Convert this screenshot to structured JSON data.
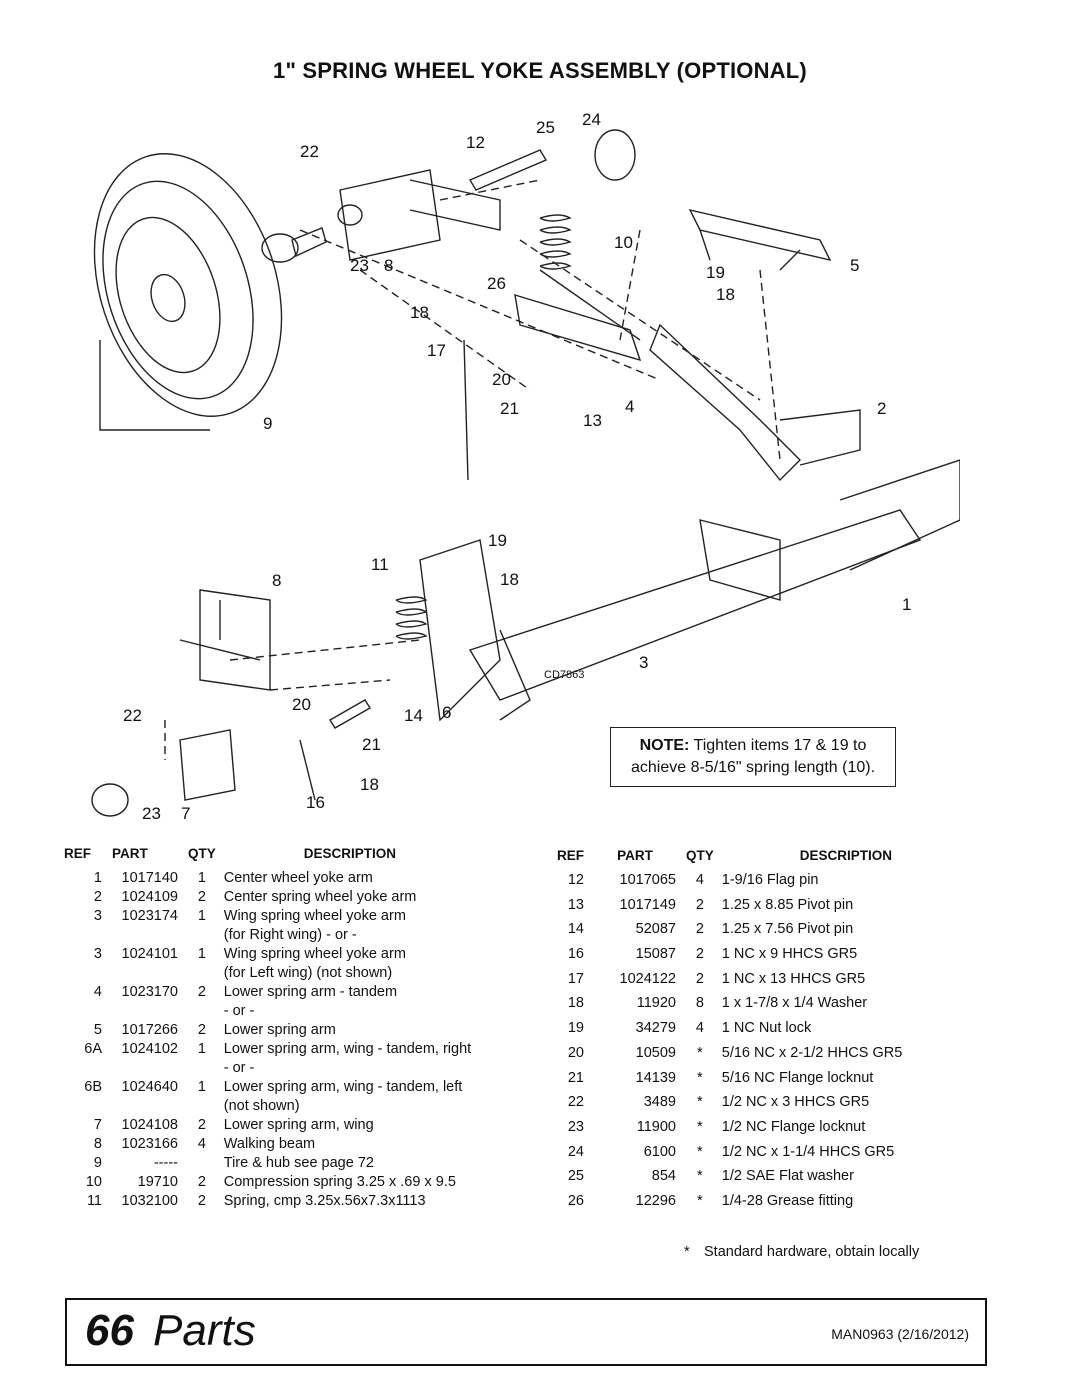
{
  "title": "1\" SPRING WHEEL YOKE ASSEMBLY (OPTIONAL)",
  "diagram": {
    "code": "CD7863",
    "callouts": [
      "22",
      "12",
      "25",
      "24",
      "10",
      "5",
      "23",
      "8",
      "26",
      "19",
      "18",
      "18",
      "17",
      "20",
      "4",
      "21",
      "13",
      "9",
      "2",
      "19",
      "11",
      "8",
      "18",
      "1",
      "3",
      "22",
      "20",
      "14",
      "6",
      "21",
      "23",
      "7",
      "16",
      "18"
    ]
  },
  "note": {
    "label": "NOTE:",
    "text": "Tighten items 17 & 19 to achieve 8-5/16\" spring length (10)."
  },
  "table_headers": {
    "ref": "REF",
    "part": "PART",
    "qty": "QTY",
    "desc": "DESCRIPTION"
  },
  "left_rows": [
    {
      "ref": "1",
      "part": "1017140",
      "qty": "1",
      "desc": "Center wheel yoke arm"
    },
    {
      "ref": "2",
      "part": "1024109",
      "qty": "2",
      "desc": "Center spring wheel yoke arm"
    },
    {
      "ref": "3",
      "part": "1023174",
      "qty": "1",
      "desc": "Wing spring wheel yoke arm"
    },
    {
      "ref": "",
      "part": "",
      "qty": "",
      "desc": "(for Right wing) - or -"
    },
    {
      "ref": "3",
      "part": "1024101",
      "qty": "1",
      "desc": "Wing spring wheel yoke arm"
    },
    {
      "ref": "",
      "part": "",
      "qty": "",
      "desc": "(for Left wing) (not shown)"
    },
    {
      "ref": "4",
      "part": "1023170",
      "qty": "2",
      "desc": "Lower spring arm - tandem"
    },
    {
      "ref": "",
      "part": "",
      "qty": "",
      "desc": "- or -"
    },
    {
      "ref": "5",
      "part": "1017266",
      "qty": "2",
      "desc": "Lower spring arm"
    },
    {
      "ref": "6A",
      "part": "1024102",
      "qty": "1",
      "desc": "Lower spring arm, wing - tandem, right"
    },
    {
      "ref": "",
      "part": "",
      "qty": "",
      "desc": "- or -"
    },
    {
      "ref": "6B",
      "part": "1024640",
      "qty": "1",
      "desc": "Lower spring arm, wing - tandem, left"
    },
    {
      "ref": "",
      "part": "",
      "qty": "",
      "desc": "(not shown)"
    },
    {
      "ref": "7",
      "part": "1024108",
      "qty": "2",
      "desc": "Lower spring arm, wing"
    },
    {
      "ref": "8",
      "part": "1023166",
      "qty": "4",
      "desc": "Walking beam"
    },
    {
      "ref": "9",
      "part": "-----",
      "qty": "",
      "desc": "Tire & hub see page 72"
    },
    {
      "ref": "10",
      "part": "19710",
      "qty": "2",
      "desc": "Compression spring 3.25 x .69 x 9.5"
    },
    {
      "ref": "11",
      "part": "1032100",
      "qty": "2",
      "desc": "Spring, cmp 3.25x.56x7.3x1113"
    }
  ],
  "right_rows": [
    {
      "ref": "12",
      "part": "1017065",
      "qty": "4",
      "desc": "1-9/16 Flag pin"
    },
    {
      "ref": "13",
      "part": "1017149",
      "qty": "2",
      "desc": "1.25 x 8.85 Pivot pin"
    },
    {
      "ref": "14",
      "part": "52087",
      "qty": "2",
      "desc": "1.25 x 7.56 Pivot pin"
    },
    {
      "ref": "16",
      "part": "15087",
      "qty": "2",
      "desc": "1 NC x 9 HHCS GR5"
    },
    {
      "ref": "17",
      "part": "1024122",
      "qty": "2",
      "desc": "1 NC x 13 HHCS GR5"
    },
    {
      "ref": "18",
      "part": "11920",
      "qty": "8",
      "desc": "1 x 1-7/8 x 1/4 Washer"
    },
    {
      "ref": "19",
      "part": "34279",
      "qty": "4",
      "desc": "1 NC Nut lock"
    },
    {
      "ref": "20",
      "part": "10509",
      "qty": "*",
      "desc": "5/16 NC x 2-1/2 HHCS GR5"
    },
    {
      "ref": "21",
      "part": "14139",
      "qty": "*",
      "desc": "5/16 NC Flange locknut"
    },
    {
      "ref": "22",
      "part": "3489",
      "qty": "*",
      "desc": "1/2 NC x 3 HHCS GR5"
    },
    {
      "ref": "23",
      "part": "11900",
      "qty": "*",
      "desc": "1/2 NC Flange locknut"
    },
    {
      "ref": "24",
      "part": "6100",
      "qty": "*",
      "desc": "1/2 NC x 1-1/4 HHCS GR5"
    },
    {
      "ref": "25",
      "part": "854",
      "qty": "*",
      "desc": "1/2 SAE Flat washer"
    },
    {
      "ref": "26",
      "part": "12296",
      "qty": "*",
      "desc": "1/4-28 Grease fitting"
    }
  ],
  "footnote": {
    "star": "*",
    "text": "Standard hardware, obtain locally"
  },
  "footer": {
    "page_number": "66",
    "section": "Parts",
    "doc_id": "MAN0963 (2/16/2012)"
  }
}
